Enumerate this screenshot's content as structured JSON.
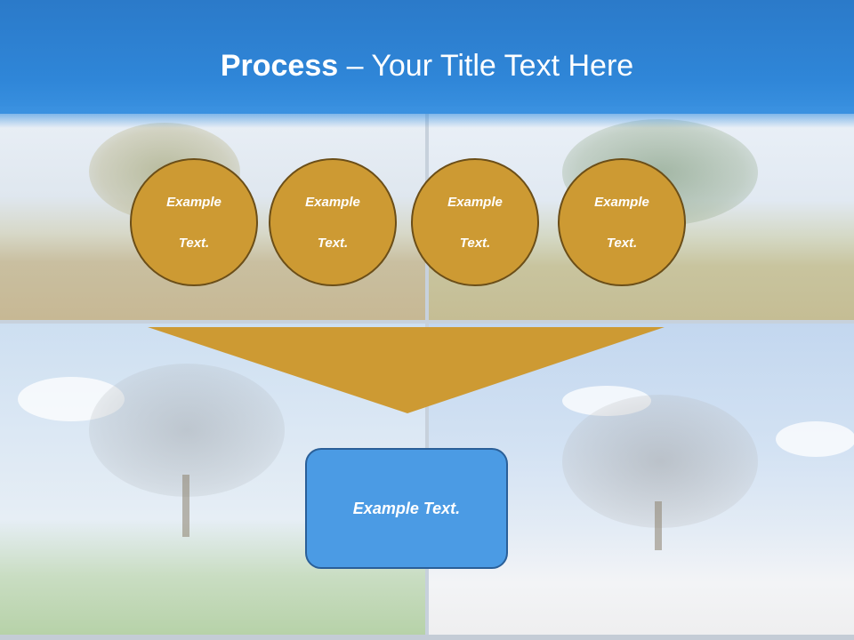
{
  "title": {
    "bold": "Process",
    "rest": " – Your Title Text Here"
  },
  "inputs": [
    {
      "line1": "Example",
      "line2": "Text."
    },
    {
      "line1": "Example",
      "line2": "Text."
    },
    {
      "line1": "Example",
      "line2": "Text."
    },
    {
      "line1": "Example",
      "line2": "Text."
    }
  ],
  "output": {
    "label": "Example Text."
  },
  "colors": {
    "header": "#2f86d8",
    "circle_fill": "#cd9a33",
    "circle_border": "#6b4e18",
    "funnel": "#cd9a33",
    "box_fill": "#4b9be4",
    "box_border": "#2a5f98"
  }
}
